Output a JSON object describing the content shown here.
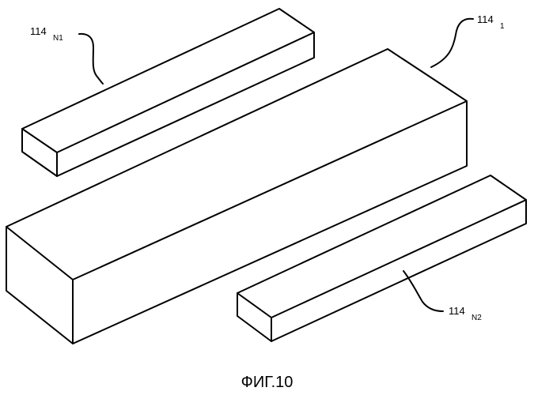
{
  "figure": {
    "caption": "ФИГ.10",
    "labels": {
      "top_left_main": "114",
      "top_left_sub": "N1",
      "top_right_main": "114",
      "top_right_sub": "1",
      "bottom_right_main": "114",
      "bottom_right_sub": "N2"
    },
    "components": [
      "small-bar-top-left",
      "large-block-center",
      "small-bar-bottom-right"
    ]
  }
}
